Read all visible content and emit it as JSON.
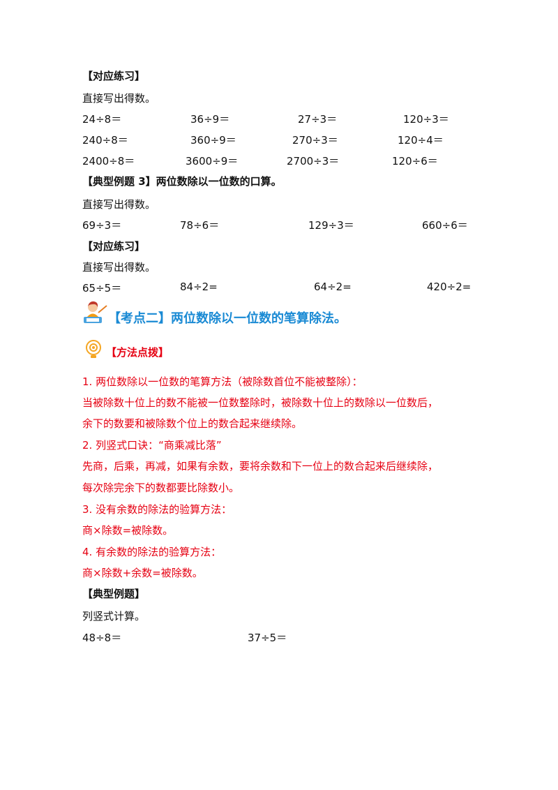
{
  "sec1": {
    "heading": "【对应练习】",
    "instruction": "直接写出得数。",
    "rows": [
      [
        "24÷8＝",
        "36÷9＝",
        "27÷3＝",
        "120÷3＝"
      ],
      [
        "240÷8＝",
        "360÷9＝",
        "270÷3＝",
        "120÷4＝"
      ],
      [
        "2400÷8＝",
        "3600÷9＝",
        "2700÷3＝",
        "120÷6＝"
      ]
    ]
  },
  "sec2": {
    "heading": "【典型例题 3】两位数除以一位数的口算。",
    "instruction": "直接写出得数。",
    "row": [
      "69÷3＝",
      "78÷6＝",
      "129÷3＝",
      "660÷6＝"
    ]
  },
  "sec3": {
    "heading": "【对应练习】",
    "instruction": "直接写出得数。",
    "row": [
      "65÷5＝",
      "84÷2=",
      "64÷2=",
      "420÷2="
    ]
  },
  "kaodian": {
    "title": "【考点二】两位数除以一位数的笔算除法。"
  },
  "fangfa": {
    "title": "【方法点拨】",
    "lines": [
      "1. 两位数除以一位数的笔算方法（被除数首位不能被整除）：",
      "当被除数十位上的数不能被一位数整除时，被除数十位上的数除以一位数后，",
      "余下的数要和被除数个位上的数合起来继续除。",
      "2. 列竖式口诀：“商乘减比落”",
      "先商，后乘，再减，如果有余数，要将余数和下一位上的数合起来后继续除，",
      "每次除完余下的数都要比除数小。",
      "3. 没有余数的除法的验算方法：",
      "商×除数=被除数。",
      "4. 有余数的除法的验算方法：",
      "商×除数+余数=被除数。"
    ]
  },
  "sec4": {
    "heading": "【典型例题】",
    "instruction": "列竖式计算。",
    "row": [
      "48÷8＝",
      "37÷5＝"
    ]
  },
  "colors": {
    "red": "#e60012",
    "blue": "#1a8ad4",
    "text": "#111111"
  },
  "icons": {
    "teacher": "teacher-icon",
    "bulb": "lightbulb-icon"
  }
}
